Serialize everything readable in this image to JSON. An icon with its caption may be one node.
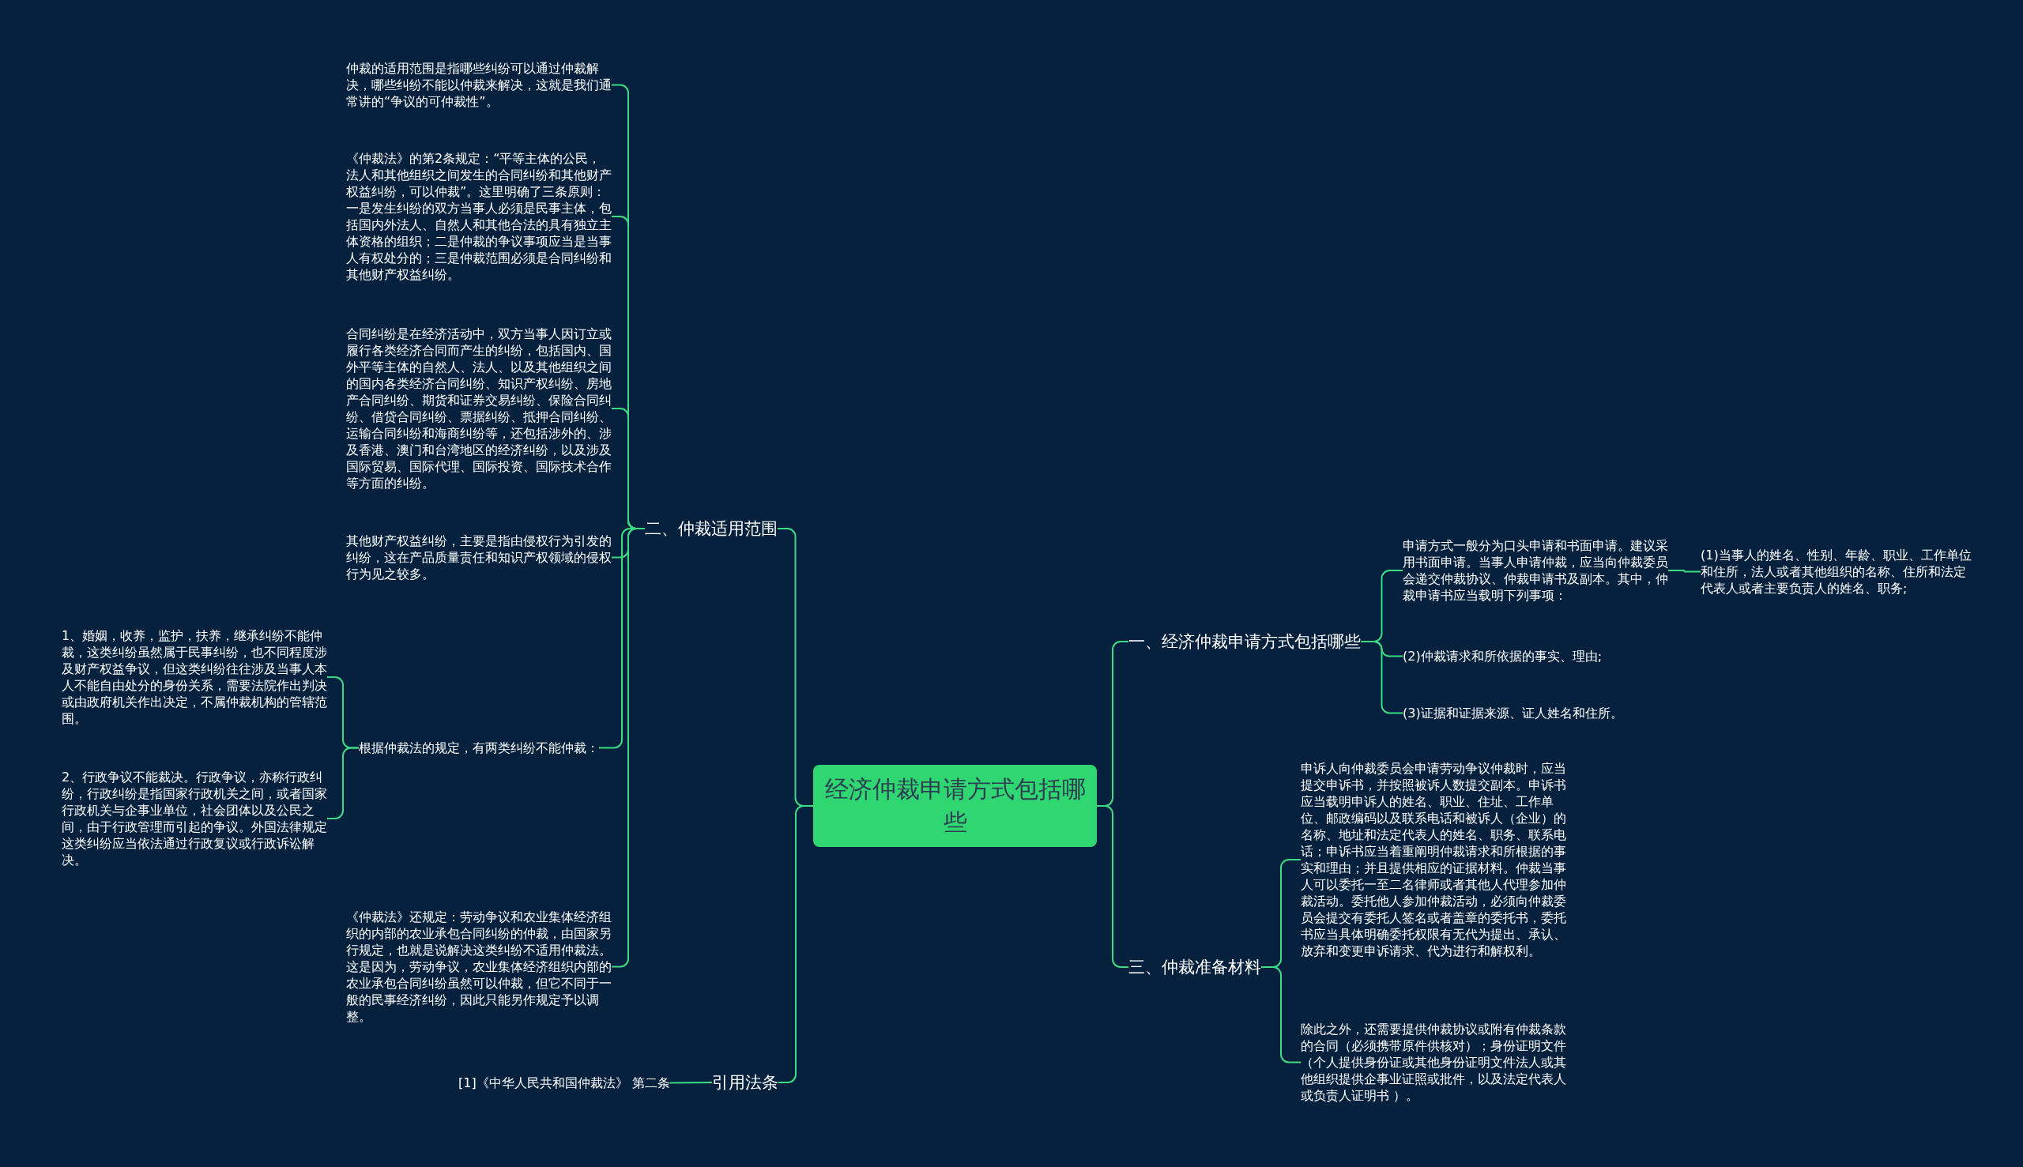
{
  "diagram": {
    "nodes": [
      {
        "text": [
          "经济仲裁申请方式包括哪些"
        ]
      },
      {
        "text": [
          "一、经济仲裁申请方式包括哪些"
        ]
      },
      {
        "text": [
          "申请方式一般分为口头申请和书面申请。建议采用书面申请。当事人申请仲裁，应当向仲裁委员会递交仲裁协议、仲裁申请书及副本。其中，仲裁申请书应当载明下列事项："
        ]
      },
      {
        "text": [
          "(1)当事人的姓名、性别、年龄、职业、工作单位和住所，法人或者其他组织的名称、住所和法定代表人或者主要负责人的姓名、职务;"
        ]
      },
      {
        "text": [
          "(2)仲裁请求和所依据的事实、理由;"
        ]
      },
      {
        "text": [
          "(3)证据和证据来源、证人姓名和住所。"
        ]
      },
      {
        "text": [
          "三、仲裁准备材料"
        ]
      },
      {
        "text": [
          "申诉人向仲裁委员会申请劳动争议仲裁时，应当提交申诉书，并按照被诉人数提交副本。申诉书应当载明申诉人的姓名、职业、住址、工作单位、邮政编码以及联系电话和被诉人（企业）的名称、地址和法定代表人的姓名、职务、联系电话；申诉书应当着重阐明仲裁请求和所根据的事实和理由；并且提供相应的证据材料。仲裁当事人可以委托一至二名律师或者其他人代理参加仲裁活动。委托他人参加仲裁活动，必须向仲裁委员会提交有委托人签名或者盖章的委托书，委托书应当具体明确委托权限有无代为提出、承认、放弃和变更申诉请求、代为进行和解权利。"
        ]
      },
      {
        "text": [
          "除此之外，还需要提供仲裁协议或附有仲裁条款的合同（必须携带原件供核对）；身份证明文件（个人提供身份证或其他身份证明文件法人或其他组织提供企事业证照或批件，以及法定代表人或负责人证明书 ）。"
        ]
      },
      {
        "text": [
          "二、仲裁适用范围"
        ]
      },
      {
        "text": [
          "仲裁的适用范围是指哪些纠纷可以通过仲裁解决，哪些纠纷不能以仲裁来解决，这就是我们通常讲的“争议的可仲裁性”。"
        ]
      },
      {
        "text": [
          "《仲裁法》的第2条规定：“平等主体的公民，法人和其他组织之间发生的合同纠纷和其他财产权益纠纷，可以仲裁”。这里明确了三条原则：一是发生纠纷的双方当事人必须是民事主体，包括国内外法人、自然人和其他合法的具有独立主体资格的组织；二是仲裁的争议事项应当是当事人有权处分的；三是仲裁范围必须是合同纠纷和其他财产权益纠纷。"
        ]
      },
      {
        "text": [
          "合同纠纷是在经济活动中，双方当事人因订立或履行各类经济合同而产生的纠纷，包括国内、国外平等主体的自然人、法人、以及其他组织之间的国内各类经济合同纠纷、知识产权纠纷、房地产合同纠纷、期货和证券交易纠纷、保险合同纠纷、借贷合同纠纷、票据纠纷、抵押合同纠纷、运输合同纠纷和海商纠纷等，还包括涉外的、涉及香港、澳门和台湾地区的经济纠纷，以及涉及国际贸易、国际代理、国际投资、国际技术合作等方面的纠纷。"
        ]
      },
      {
        "text": [
          "其他财产权益纠纷，主要是指由侵权行为引发的纠纷，这在产品质量责任和知识产权领域的侵权行为见之较多。"
        ]
      },
      {
        "text": [
          "根据仲裁法的规定，有两类纠纷不能仲裁："
        ]
      },
      {
        "text": [
          "1、婚姻，收养，监护，扶养，继承纠纷不能仲裁，这类纠纷虽然属于民事纠纷，也不同程度涉及财产权益争议，但这类纠纷往往涉及当事人本人不能自由处分的身份关系，需要法院作出判决或由政府机关作出决定，不属仲裁机构的管辖范围。"
        ]
      },
      {
        "text": [
          "2、行政争议不能裁决。行政争议，亦称行政纠纷，行政纠纷是指国家行政机关之间，或者国家行政机关与企事业单位，社会团体以及公民之间，由于行政管理而引起的争议。外国法律规定这类纠纷应当依法通过行政复议或行政诉讼解决。"
        ]
      },
      {
        "text": [
          "《仲裁法》还规定：劳动争议和农业集体经济组织的内部的农业承包合同纠纷的仲裁，由国家另行规定，也就是说解决这类纠纷不适用仲裁法。这是因为，劳动争议，农业集体经济组织内部的农业承包合同纠纷虽然可以仲裁，但它不同于一般的民事经济纠纷，因此只能另作规定予以调整。"
        ]
      },
      {
        "text": [
          "引用法条"
        ]
      },
      {
        "text": [
          "[1]《中华人民共和国仲裁法》 第二条"
        ]
      }
    ],
    "edges": [
      {
        "from": 0,
        "to": 1,
        "arrow": "none"
      },
      {
        "from": 0,
        "to": 6,
        "arrow": "none"
      },
      {
        "from": 1,
        "to": 2,
        "arrow": "none"
      },
      {
        "from": 1,
        "to": 4,
        "arrow": "none"
      },
      {
        "from": 1,
        "to": 5,
        "arrow": "none"
      },
      {
        "from": 2,
        "to": 3,
        "arrow": "none"
      },
      {
        "from": 6,
        "to": 7,
        "arrow": "none"
      },
      {
        "from": 6,
        "to": 8,
        "arrow": "none"
      },
      {
        "from": 0,
        "to": 9,
        "arrow": "none"
      },
      {
        "from": 0,
        "to": 18,
        "arrow": "none"
      },
      {
        "from": 9,
        "to": 10,
        "arrow": "none"
      },
      {
        "from": 9,
        "to": 11,
        "arrow": "none"
      },
      {
        "from": 9,
        "to": 12,
        "arrow": "none"
      },
      {
        "from": 9,
        "to": 13,
        "arrow": "none"
      },
      {
        "from": 9,
        "to": 14,
        "arrow": "none"
      },
      {
        "from": 9,
        "to": 17,
        "arrow": "none"
      },
      {
        "from": 14,
        "to": 15,
        "arrow": "none"
      },
      {
        "from": 14,
        "to": 16,
        "arrow": "none"
      },
      {
        "from": 18,
        "to": 19,
        "arrow": "none"
      }
    ]
  }
}
